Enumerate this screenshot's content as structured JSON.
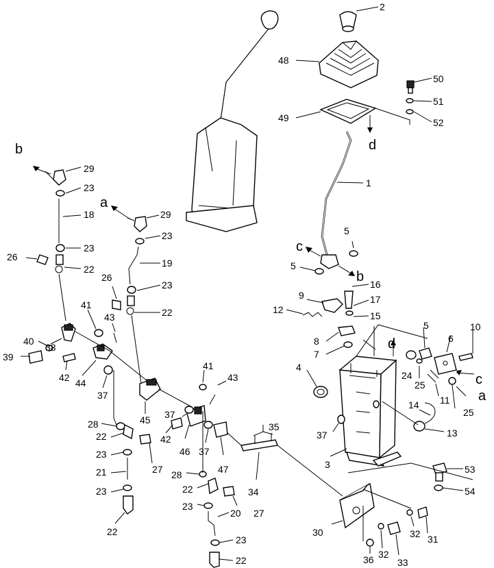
{
  "diagram": {
    "letters": {
      "a1": "a",
      "a2": "a",
      "b1": "b",
      "b2": "b",
      "c1": "c",
      "c2": "c",
      "d1": "d",
      "d2": "d"
    },
    "labels": {
      "l2": "2",
      "l48": "48",
      "l50": "50",
      "l51": "51",
      "l52": "52",
      "l49": "49",
      "l1": "1",
      "l5a": "5",
      "l5b": "5",
      "l16": "16",
      "l17": "17",
      "l9": "9",
      "l12": "12",
      "l15": "15",
      "l8": "8",
      "l7": "7",
      "l4": "4",
      "l5c": "5",
      "l6": "6",
      "l10": "10",
      "l24": "24",
      "l25a": "25",
      "l11": "11",
      "l25b": "25",
      "l14": "14",
      "l13": "13",
      "l37a": "37",
      "l3": "3",
      "l35": "35",
      "l53": "53",
      "l54": "54",
      "l30": "30",
      "l32a": "32",
      "l31": "31",
      "l36": "36",
      "l32b": "32",
      "l33": "33",
      "l29a": "29",
      "l23a": "23",
      "l18": "18",
      "l23b": "23",
      "l26a": "26",
      "l22a": "22",
      "l29b": "29",
      "l23c": "23",
      "l19": "19",
      "l26b": "26",
      "l23d": "23",
      "l22b": "22",
      "l41a": "41",
      "l43a": "43",
      "l40": "40",
      "l39": "39",
      "l38": "38",
      "l42a": "42",
      "l44": "44",
      "l37b": "37",
      "l45": "45",
      "l41b": "41",
      "l43b": "43",
      "l37c": "37",
      "l42b": "42",
      "l46": "46",
      "l37d": "37",
      "l47": "47",
      "l28a": "28",
      "l22c": "22",
      "l23e": "23",
      "l27a": "27",
      "l21": "21",
      "l23f": "23",
      "l22d": "22",
      "l34": "34",
      "l28b": "28",
      "l22e": "22",
      "l27b": "27",
      "l23g": "23",
      "l20": "20",
      "l23h": "23",
      "l22f": "22"
    }
  }
}
